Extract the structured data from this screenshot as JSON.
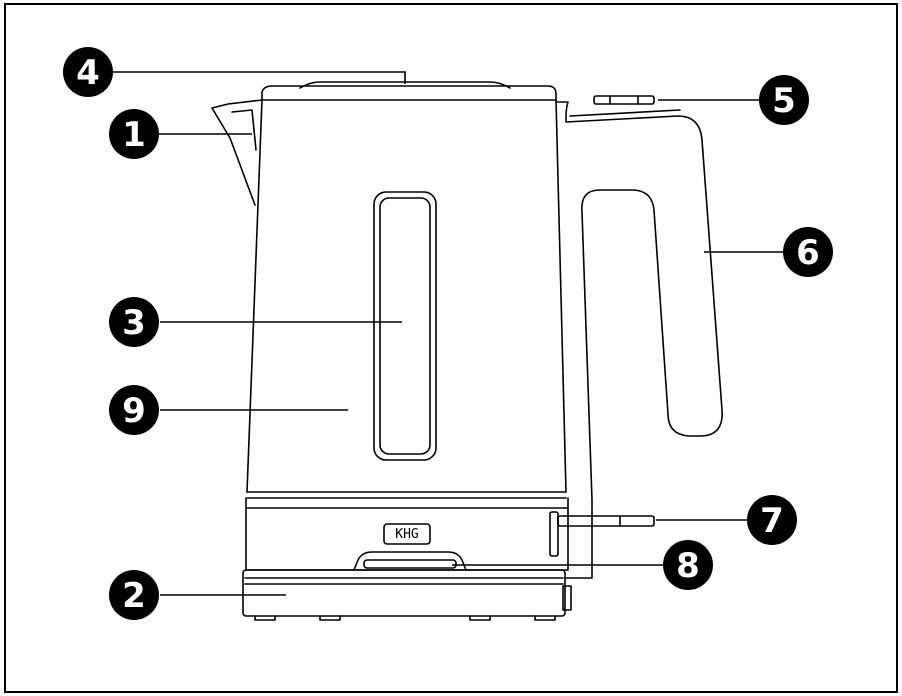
{
  "brand": "KHG",
  "callouts": [
    {
      "id": "1",
      "label": "1"
    },
    {
      "id": "2",
      "label": "2"
    },
    {
      "id": "3",
      "label": "3"
    },
    {
      "id": "4",
      "label": "4"
    },
    {
      "id": "5",
      "label": "5"
    },
    {
      "id": "6",
      "label": "6"
    },
    {
      "id": "7",
      "label": "7"
    },
    {
      "id": "8",
      "label": "8"
    },
    {
      "id": "9",
      "label": "9"
    }
  ],
  "colors": {
    "line": "#000000",
    "badge": "#000000",
    "badge_text": "#ffffff",
    "background": "#ffffff"
  }
}
